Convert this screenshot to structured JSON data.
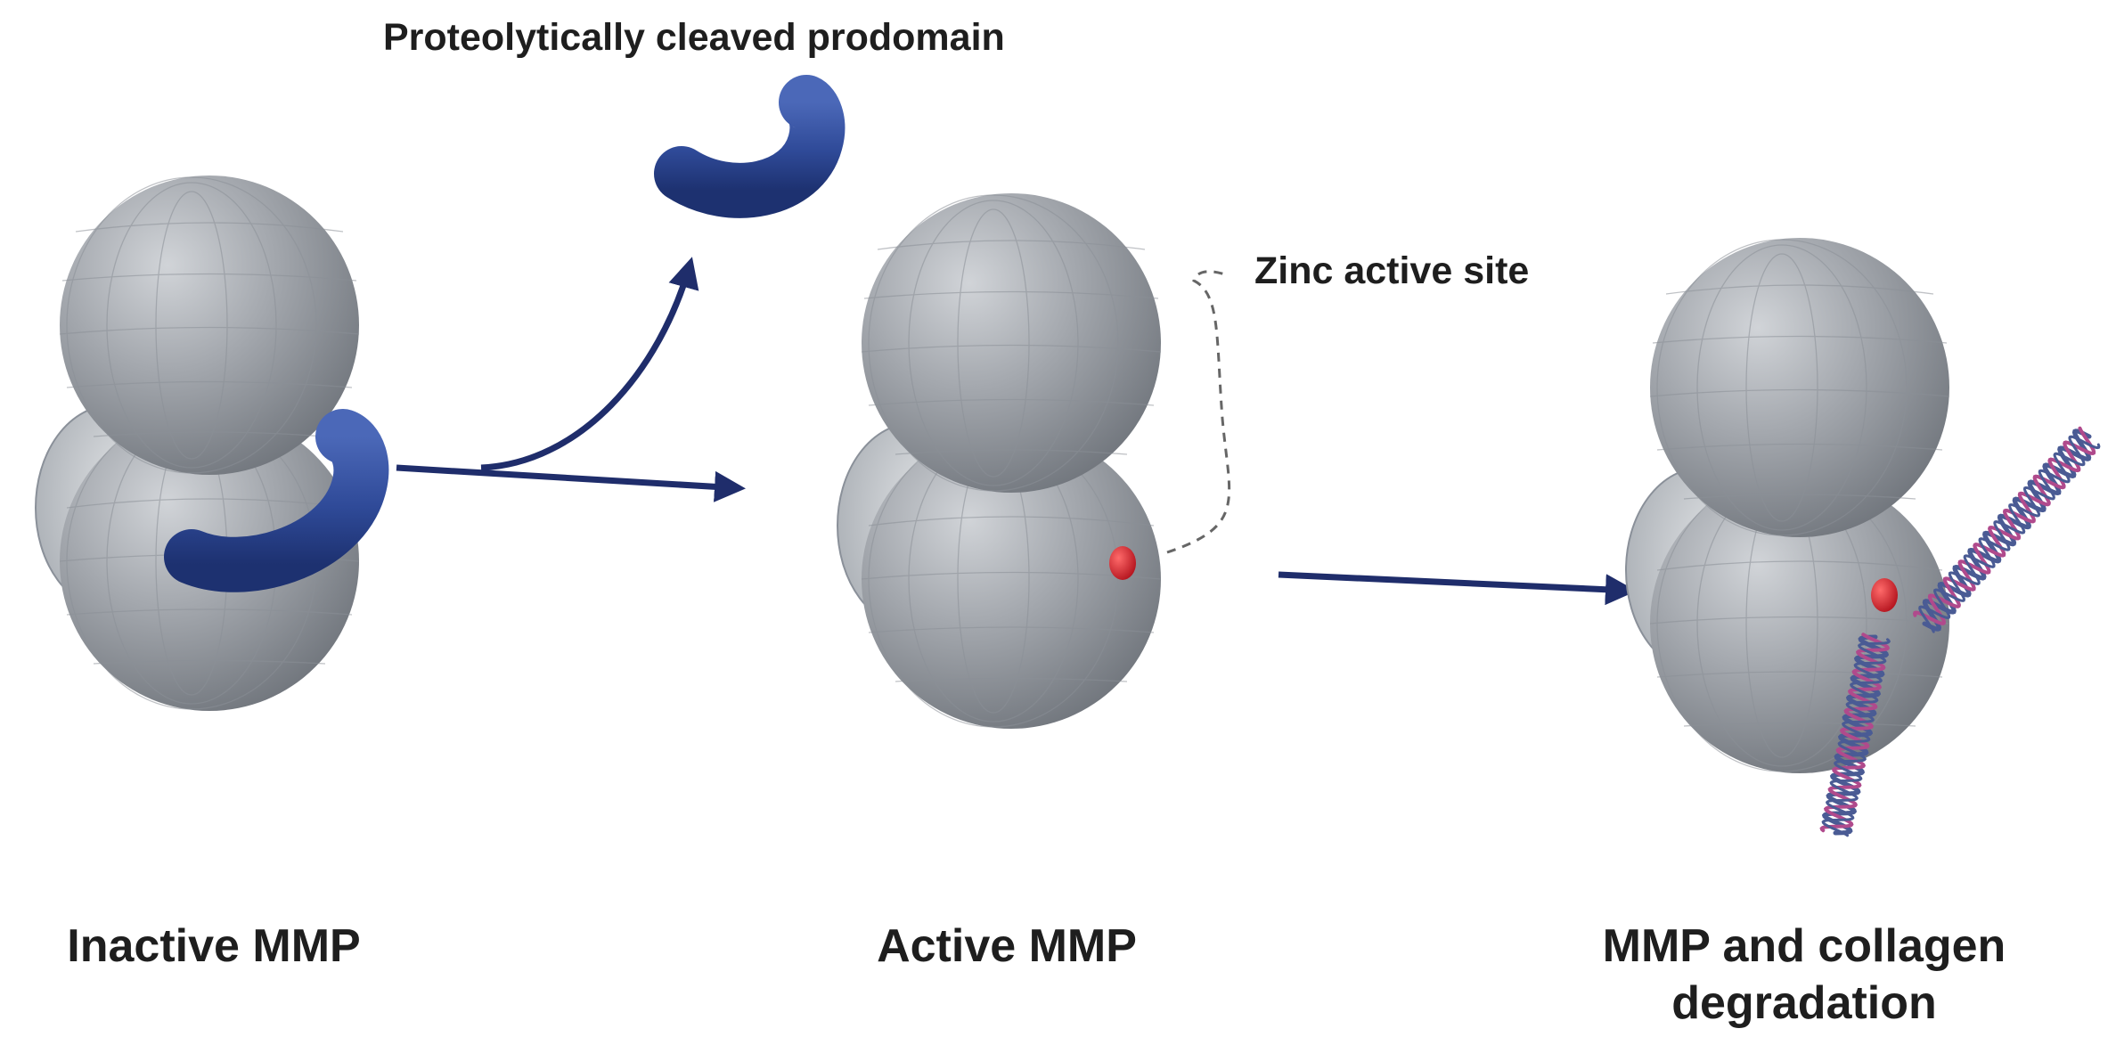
{
  "labels": {
    "prodomain": "Proteolytically cleaved prodomain",
    "zinc_site": "Zinc active site",
    "stages": [
      "Inactive MMP",
      "Active MMP",
      "MMP and collagen degradation"
    ]
  },
  "colors": {
    "mmp_sphere": "#8f949b",
    "prodomain": "#2f4a98",
    "arrow": "#1f2d6b",
    "zinc": "#d0202a",
    "collagen_strand_a": "#4a5b94",
    "collagen_strand_b": "#b04a8c",
    "dashed_leader": "#666666",
    "text": "#1e1e1e"
  }
}
